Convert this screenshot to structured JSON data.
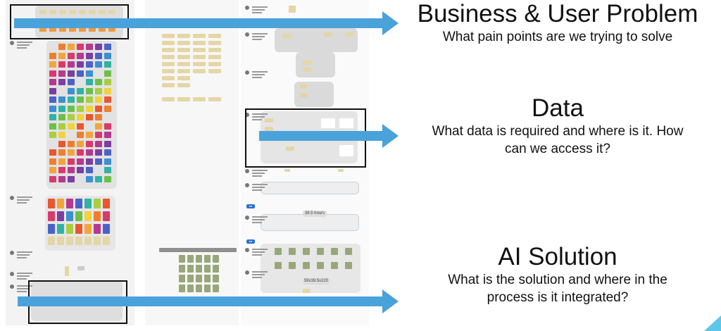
{
  "sections": [
    {
      "title": "Business & User Problem",
      "subtitle": "What pain points are we trying to solve"
    },
    {
      "title": "Data",
      "subtitle_lines": [
        "What data is required and where is it. How",
        "can we access it?"
      ]
    },
    {
      "title": "AI Solution",
      "subtitle_lines": [
        "What is the solution and where in the",
        "process is it integrated?"
      ]
    }
  ],
  "board_labels": {
    "hours": "39.5 hours",
    "formula": "59x39.5x220"
  },
  "colors": {
    "arrow": "#4aa2da",
    "sticky_yellow": "#e4d6a6",
    "sticky_olive": "#98a77a",
    "frame": "#111111",
    "panel": "#dcdcdc",
    "corner_accent": "#5ec7e8"
  }
}
